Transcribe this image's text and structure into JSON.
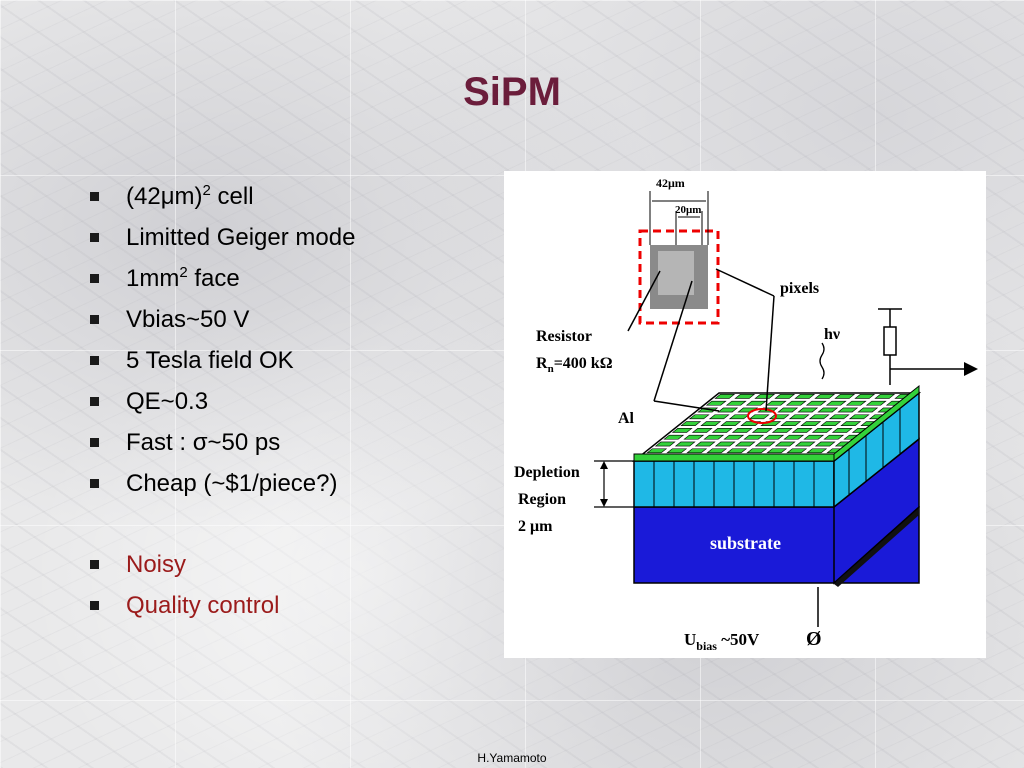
{
  "title": "SiPM",
  "bullets": [
    {
      "parts": [
        "(42",
        "μ",
        "m)",
        "2",
        " cell"
      ]
    },
    {
      "text": "Limitted Geiger mode"
    },
    {
      "parts": [
        "1mm",
        "2",
        " face"
      ]
    },
    {
      "text": "Vbias~50 V"
    },
    {
      "text": "5 Tesla field OK"
    },
    {
      "text": "QE~0.3"
    },
    {
      "parts": [
        "Fast : ",
        "σ",
        "~50 ps"
      ]
    },
    {
      "text": "Cheap (~$1/piece?)"
    }
  ],
  "bullets_red": [
    {
      "text": "Noisy"
    },
    {
      "text": "Quality control"
    }
  ],
  "diagram": {
    "dim_outer": "42μm",
    "dim_inner": "20μm",
    "pixels": "pixels",
    "hv": "hν",
    "resistor_line1": "Resistor",
    "resistor_r": "R",
    "resistor_sub": "n",
    "resistor_value": "=400 kΩ",
    "al": "Al",
    "depletion_line1": "Depletion",
    "depletion_line2": "Region",
    "depletion_line3": "2 μm",
    "substrate": "substrate",
    "ubias_u": "U",
    "ubias_sub": "bias",
    "ubias_value": " ~50V",
    "ground_symbol": "Ø"
  },
  "footer": "H.Yamamoto",
  "colors": {
    "title": "#6b1d3b",
    "red_text": "#9b1b1b",
    "pixel_green": "#33d13a",
    "depletion_cyan": "#1fb8e6",
    "substrate_blue": "#1a1ad8"
  }
}
